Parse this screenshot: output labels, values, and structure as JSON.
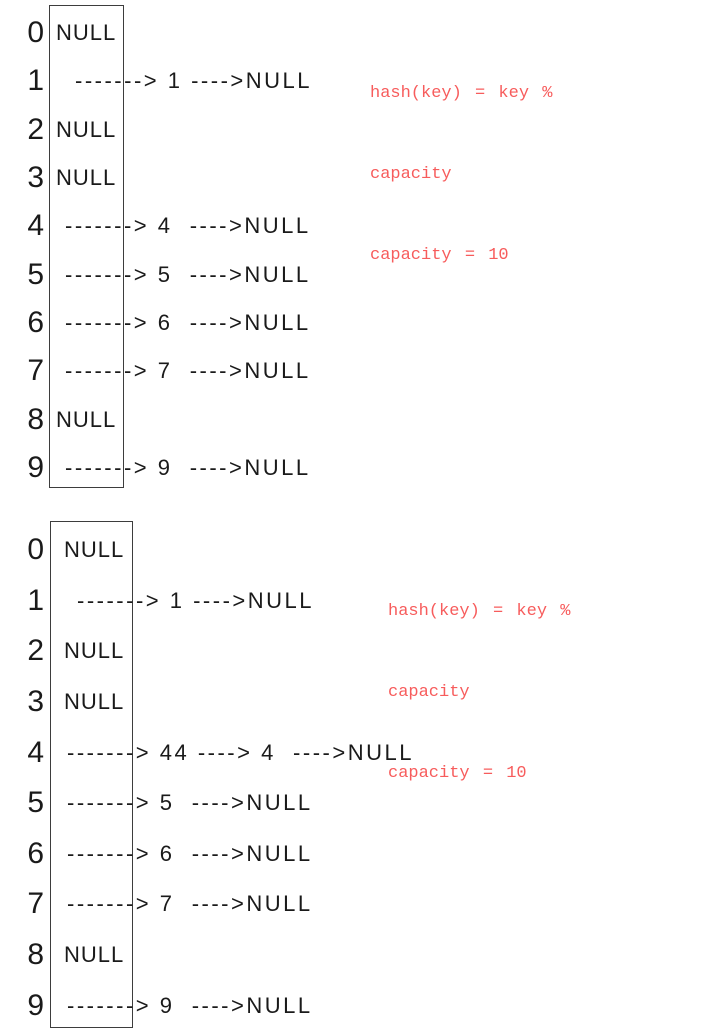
{
  "colors": {
    "background": "#ffffff",
    "diagram_text": "#1a1a1a",
    "box_border": "#3d3d3d",
    "annotation_red": "#f75c5c"
  },
  "annotation": {
    "lines": [
      "hash(key) = key %",
      "capacity",
      "capacity = 10"
    ]
  },
  "diagrams": [
    {
      "rows": [
        {
          "index": "0",
          "value": "NULL"
        },
        {
          "index": "1",
          "value": "-------> 1 ---->NULL"
        },
        {
          "index": "2",
          "value": "NULL"
        },
        {
          "index": "3",
          "value": "NULL"
        },
        {
          "index": "4",
          "value": "-------> 4  ---->NULL"
        },
        {
          "index": "5",
          "value": "-------> 5  ---->NULL"
        },
        {
          "index": "6",
          "value": "-------> 6  ---->NULL"
        },
        {
          "index": "7",
          "value": "-------> 7  ---->NULL"
        },
        {
          "index": "8",
          "value": "NULL"
        },
        {
          "index": "9",
          "value": "-------> 9  ---->NULL"
        }
      ]
    },
    {
      "rows": [
        {
          "index": "0",
          "value": "NULL"
        },
        {
          "index": "1",
          "value": "-------> 1 ---->NULL"
        },
        {
          "index": "2",
          "value": "NULL"
        },
        {
          "index": "3",
          "value": "NULL"
        },
        {
          "index": "4",
          "value": "-------> 44 ----> 4  ---->NULL"
        },
        {
          "index": "5",
          "value": "-------> 5  ---->NULL"
        },
        {
          "index": "6",
          "value": "-------> 6  ---->NULL"
        },
        {
          "index": "7",
          "value": "-------> 7  ---->NULL"
        },
        {
          "index": "8",
          "value": "NULL"
        },
        {
          "index": "9",
          "value": "-------> 9  ---->NULL"
        }
      ]
    }
  ]
}
